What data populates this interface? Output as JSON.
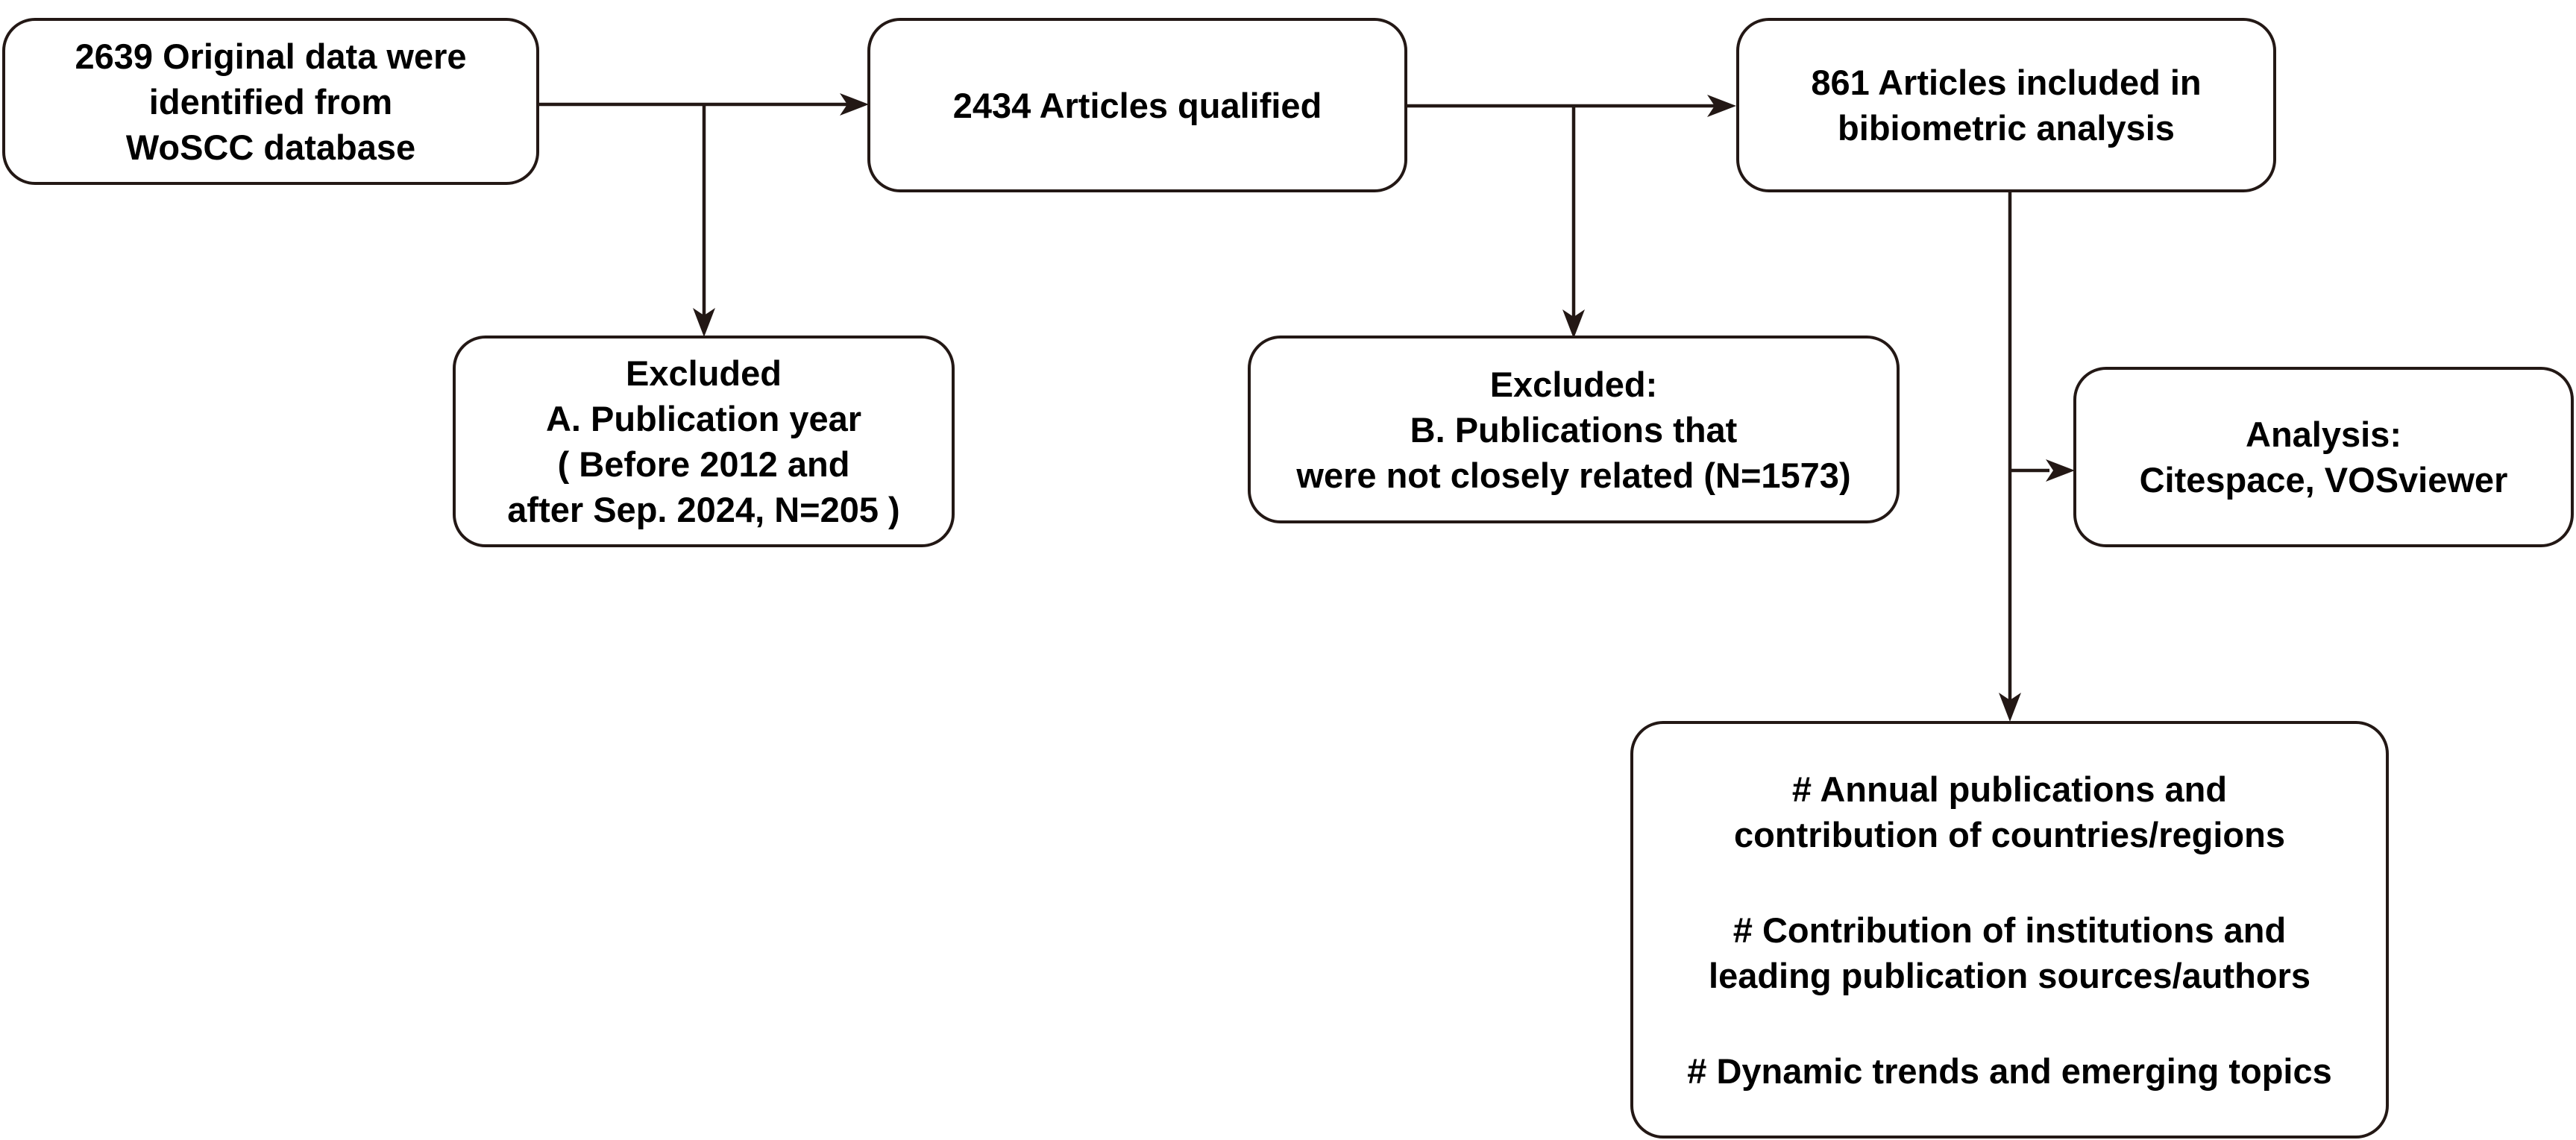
{
  "colors": {
    "line": "#231815",
    "text": "#000000",
    "background": "#ffffff"
  },
  "boxes": {
    "identified": {
      "lines": [
        "2639 Original data were",
        "identified from",
        "WoSCC database"
      ]
    },
    "qualified": {
      "lines": [
        "2434 Articles qualified"
      ]
    },
    "included": {
      "lines": [
        "861 Articles included in",
        "bibiometric analysis"
      ]
    },
    "excluded_a": {
      "lines": [
        "Excluded",
        "A. Publication year",
        "( Before 2012 and",
        "after Sep. 2024, N=205 )"
      ]
    },
    "excluded_b": {
      "lines": [
        "Excluded:",
        "B. Publications that",
        "were not closely related (N=1573)"
      ]
    },
    "analysis": {
      "lines": [
        "Analysis:",
        "Citespace, VOSviewer"
      ]
    },
    "outputs": {
      "items": [
        [
          "# Annual publications and",
          "contribution of countries/regions"
        ],
        [
          "# Contribution of institutions and",
          "leading publication sources/authors"
        ],
        [
          "# Dynamic trends and emerging topics"
        ]
      ]
    }
  }
}
